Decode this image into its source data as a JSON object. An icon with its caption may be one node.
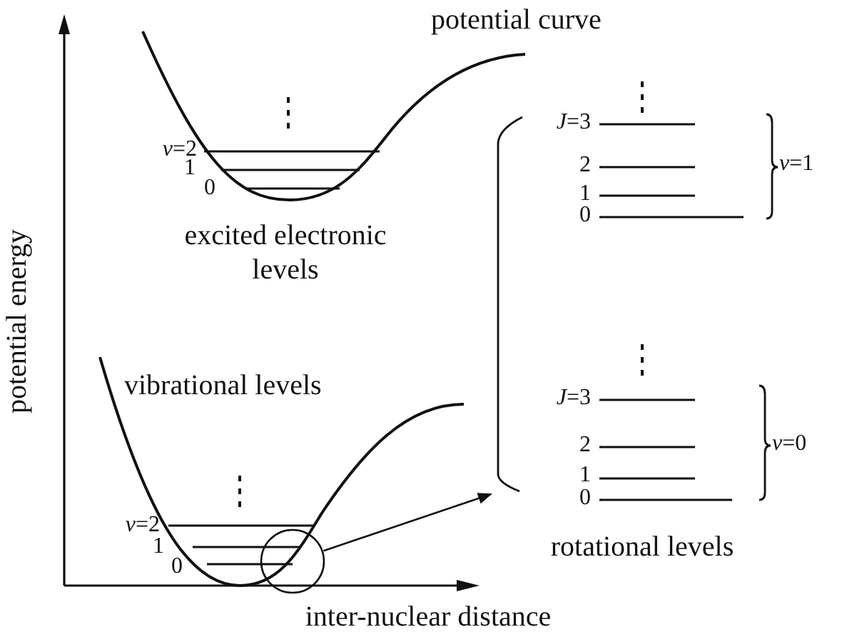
{
  "diagram": {
    "nodes": [
      {
        "text": [],
        "shape": "circle"
      },
      {
        "text": [],
        "shape": "bracket"
      }
    ],
    "edges": [
      {
        "from": 0,
        "to": 1,
        "arrow": "to"
      }
    ],
    "labels": [
      "potential curve",
      "*v*=2",
      "1",
      "0",
      "excited electronic levels",
      "vibrational levels",
      "*v*=2",
      "1",
      "0",
      "*J*=3",
      "2",
      "1",
      "0",
      "*v*=1",
      "*J*=3",
      "2",
      "1",
      "0",
      "*v*=0",
      "rotational levels",
      "potential energy",
      "inter-nuclear distance"
    ]
  }
}
